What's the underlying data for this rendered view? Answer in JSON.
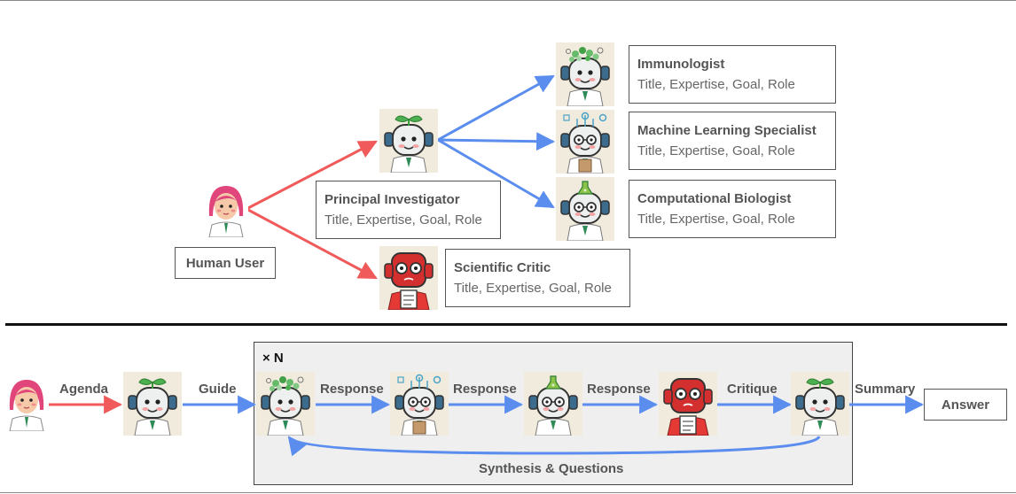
{
  "team": {
    "human_user": "Human User",
    "principal_investigator": {
      "title": "Principal Investigator",
      "fields": "Title, Expertise, Goal, Role"
    },
    "scientific_critic": {
      "title": "Scientific Critic",
      "fields": "Title, Expertise, Goal, Role"
    },
    "specialists": [
      {
        "title": "Immunologist",
        "fields": "Title, Expertise, Goal, Role"
      },
      {
        "title": "Machine Learning Specialist",
        "fields": "Title, Expertise, Goal, Role"
      },
      {
        "title": "Computational Biologist",
        "fields": "Title, Expertise, Goal, Role"
      }
    ]
  },
  "meeting": {
    "repeat_label": "× N",
    "labels": {
      "agenda": "Agenda",
      "guide": "Guide",
      "response_1": "Response",
      "response_2": "Response",
      "response_3": "Response",
      "critique": "Critique",
      "summary": "Summary",
      "synthesis": "Synthesis & Questions"
    },
    "answer": "Answer"
  },
  "colors": {
    "user_arrow": "#f05a5a",
    "agent_arrow": "#5b8def",
    "panel_bg": "#efefef"
  },
  "icons": [
    "human-user-icon",
    "principal-investigator-icon",
    "immunologist-icon",
    "ml-specialist-icon",
    "computational-biologist-icon",
    "scientific-critic-icon"
  ]
}
